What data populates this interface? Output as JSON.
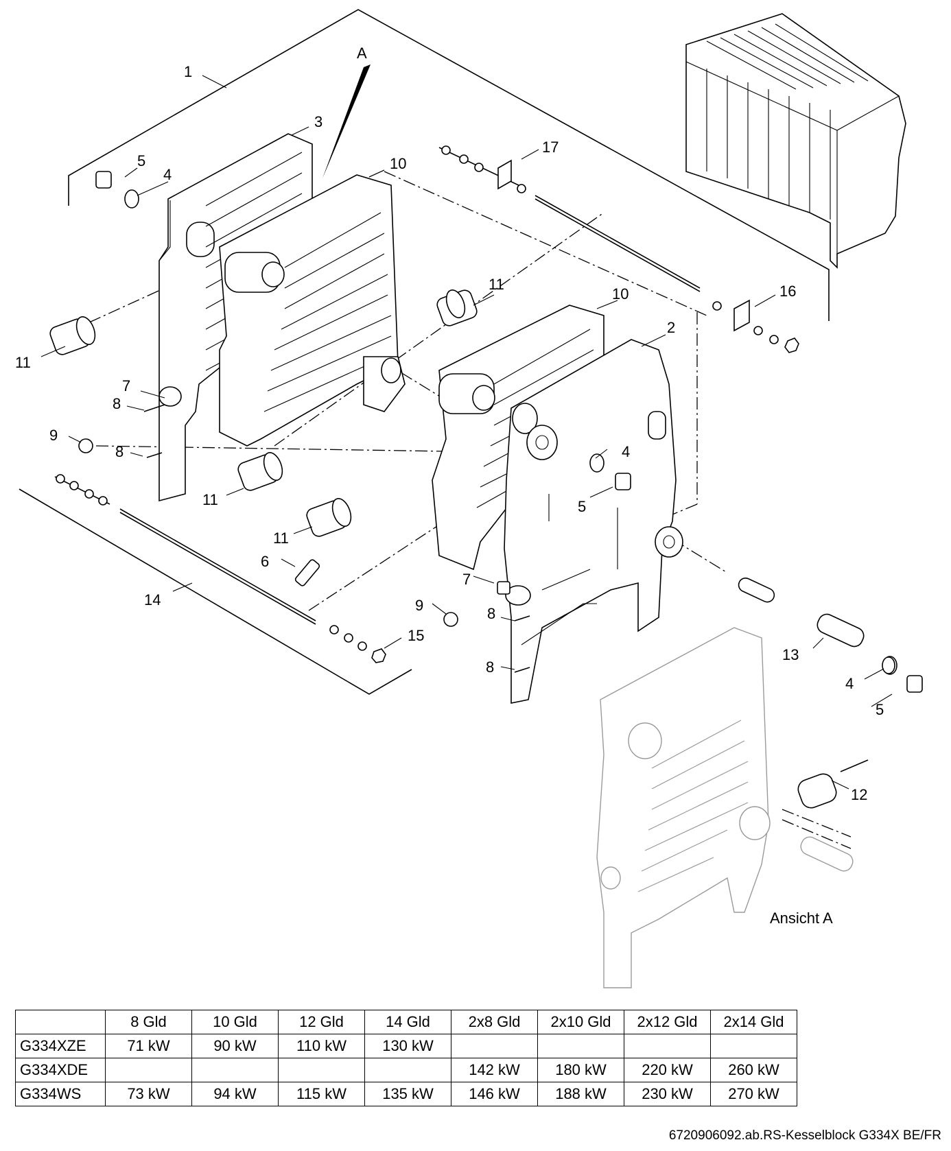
{
  "callouts": {
    "c1": "1",
    "c2": "2",
    "c3": "3",
    "c4a": "4",
    "c4b": "4",
    "c4c": "4",
    "c5a": "5",
    "c5b": "5",
    "c5c": "5",
    "c6": "6",
    "c7a": "7",
    "c7b": "7",
    "c8a": "8",
    "c8b": "8",
    "c8c": "8",
    "c8d": "8",
    "c9a": "9",
    "c9b": "9",
    "c10a": "10",
    "c10b": "10",
    "c11a": "11",
    "c11b": "11",
    "c11c": "11",
    "c11d": "11",
    "c12": "12",
    "c13": "13",
    "c14": "14",
    "c15": "15",
    "c16": "16",
    "c17": "17",
    "cA": "A"
  },
  "view_label": "Ansicht A",
  "table": {
    "columns": [
      "",
      "8 Gld",
      "10 Gld",
      "12 Gld",
      "14 Gld",
      "2x8 Gld",
      "2x10 Gld",
      "2x12 Gld",
      "2x14 Gld"
    ],
    "rows": [
      {
        "model": "G334XZE",
        "values": [
          "71 kW",
          "90 kW",
          "110 kW",
          "130 kW",
          "",
          "",
          "",
          ""
        ]
      },
      {
        "model": "G334XDE",
        "values": [
          "",
          "",
          "",
          "",
          "142 kW",
          "180 kW",
          "220 kW",
          "260 kW"
        ]
      },
      {
        "model": "G334WS",
        "values": [
          "73 kW",
          "94 kW",
          "115 kW",
          "135 kW",
          "146 kW",
          "188 kW",
          "230 kW",
          "270 kW"
        ]
      }
    ]
  },
  "footer": "6720906092.ab.RS-Kesselblock G334X BE/FR"
}
